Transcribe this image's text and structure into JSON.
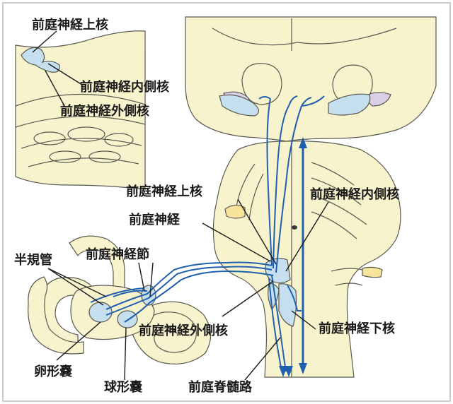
{
  "labels": {
    "inset_superior_nucleus": "前庭神経上核",
    "inset_medial_nucleus": "前庭神経内側核",
    "inset_lateral_nucleus": "前庭神経外側核",
    "superior_nucleus": "前庭神経上核",
    "vestibular_nerve": "前庭神経",
    "medial_nucleus": "前庭神経内側核",
    "semicircular_canals": "半規管",
    "vestibular_ganglion": "前庭神経節",
    "lateral_nucleus": "前庭神経外側核",
    "inferior_nucleus": "前庭神経下核",
    "utricle": "卵形嚢",
    "saccule": "球形嚢",
    "vestibulospinal_tract": "前庭脊髄路"
  },
  "colors": {
    "tissue": "#f7f3cc",
    "nucleus": "#c6dfef",
    "nerve": "#1f5fb0",
    "outline": "#5a5a52",
    "text": "#1a1a1a"
  }
}
